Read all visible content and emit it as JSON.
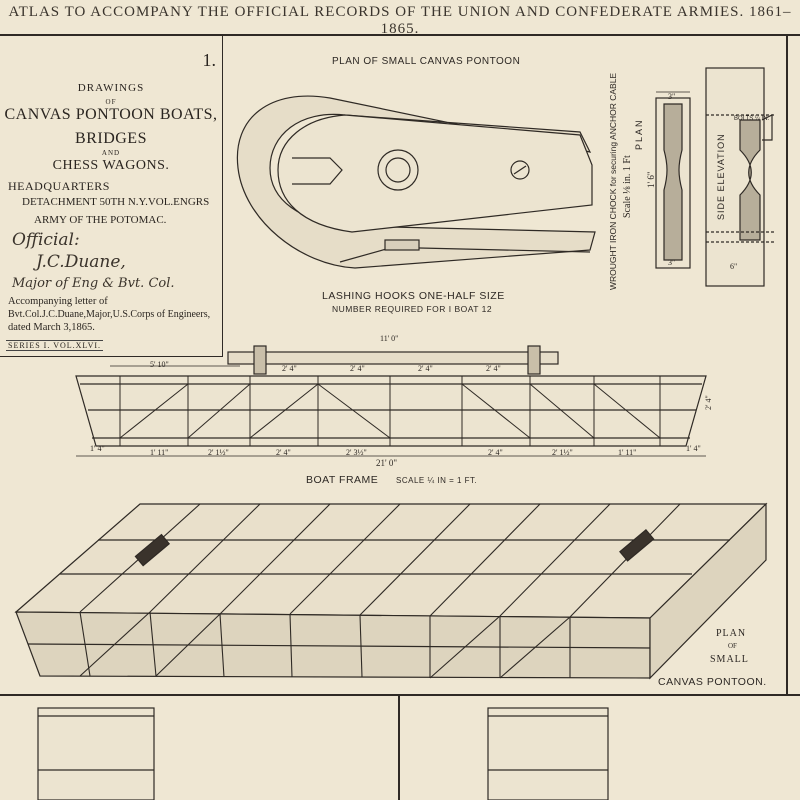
{
  "header": {
    "title": "ATLAS TO ACCOMPANY THE OFFICIAL RECORDS OF THE UNION AND CONFEDERATE ARMIES. 1861–1865."
  },
  "plate": {
    "number": "1.",
    "line1": "DRAWINGS",
    "of1": "OF",
    "line2": "CANVAS PONTOON BOATS,",
    "line3": "BRIDGES",
    "and": "AND",
    "line4": "CHESS WAGONS.",
    "hq": "HEADQUARTERS",
    "detachment": "DETACHMENT 50TH N.Y.VOL.ENGRS",
    "army": "ARMY OF THE POTOMAC.",
    "sig_official": "Official:",
    "sig_name": "J.C.Duane,",
    "sig_title": "Major of Eng & Bvt. Col.",
    "letter1": "Accompanying letter of",
    "letter2": "Bvt.Col.J.C.Duane,Major,U.S.Corps of Engineers,",
    "letter3": "dated March 3,1865.",
    "series": "SERIES I. VOL.XLVI."
  },
  "captions": {
    "plan_small": "PLAN OF SMALL CANVAS PONTOON",
    "lashing1": "LASHING HOOKS ONE-HALF SIZE",
    "lashing2": "NUMBER REQUIRED FOR I BOAT 12",
    "chock": "WROUGHT IRON CHOCK for securing ANCHOR CABLE",
    "chock_scale": "Scale ⅛ in. 1 Ft",
    "plan_v": "PLAN",
    "plan_len": "1' 6\"",
    "side_elev": "SIDE ELEVATION",
    "bolts": "BOLTS ¼ IN.",
    "dim_3a": "3\"",
    "dim_3b": "3\"",
    "dim_6": "6\"",
    "boat_frame": "BOAT FRAME",
    "boat_scale": "SCALE ¼ IN = 1 FT.",
    "dim_11": "11' 0\"",
    "dim_21": "21' 0\"",
    "dim_510": "5' 10\"",
    "dim_24r": "2' 4\"",
    "dim_14l": "1' 4\"",
    "dim_14r": "1' 4\"",
    "bottom_dims": [
      "1' 11\"",
      "2' 1½\"",
      "2' 4\"",
      "2' 3½\"",
      "2' 4\"",
      "2' 1½\"",
      "1' 11\""
    ],
    "top_dims": [
      "2' 4\"",
      "2' 4\"",
      "2' 4\"",
      "2' 4\""
    ],
    "plan_of": "PLAN",
    "of2": "OF",
    "small": "SMALL",
    "canvas_pontoon": "CANVAS PONTOON."
  },
  "colors": {
    "paper": "#efe7d3",
    "ink": "#2f2a25",
    "fill": "#d8cfbb"
  }
}
